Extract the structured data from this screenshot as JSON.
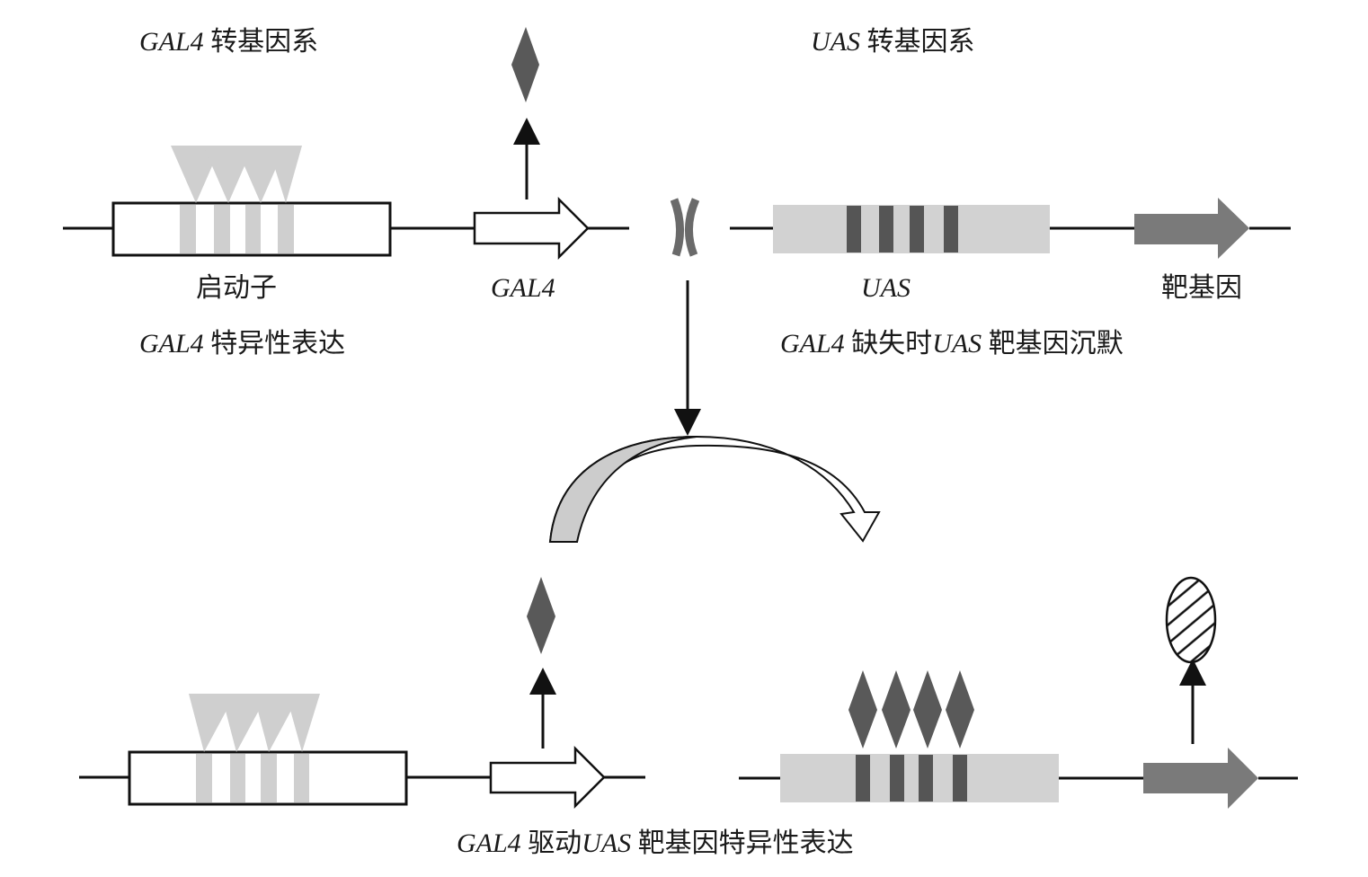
{
  "colors": {
    "line": "#111111",
    "promoter_site": "#cfcfcf",
    "uas_box": "#d2d2d2",
    "uas_site": "#555555",
    "gal4_protein": "#595959",
    "target_arrow": "#7a7a7a",
    "curved_arrow_fill": "#cccccc",
    "cross": "#6a6a6a"
  },
  "top_left": {
    "title_italic": "GAL4",
    "title_rest": " 转基因系",
    "promoter_label": "启动子",
    "gene_label": "GAL4",
    "caption_italic": "GAL4",
    "caption_rest": " 特异性表达"
  },
  "top_right": {
    "title_italic": "UAS",
    "title_rest": " 转基因系",
    "uas_label": "UAS",
    "target_label": "靶基因",
    "caption_italic1": "GAL4",
    "caption_mid": " 缺失时",
    "caption_italic2": "UAS",
    "caption_rest": " 靶基因沉默"
  },
  "cross_symbol": "X",
  "bottom": {
    "caption_italic1": "GAL4",
    "caption_mid": " 驱动",
    "caption_italic2": "UAS",
    "caption_rest": " 靶基因特异性表达"
  },
  "promoter_binding_sites": 4,
  "uas_binding_sites": 4,
  "bound_gal4_proteins": 4
}
